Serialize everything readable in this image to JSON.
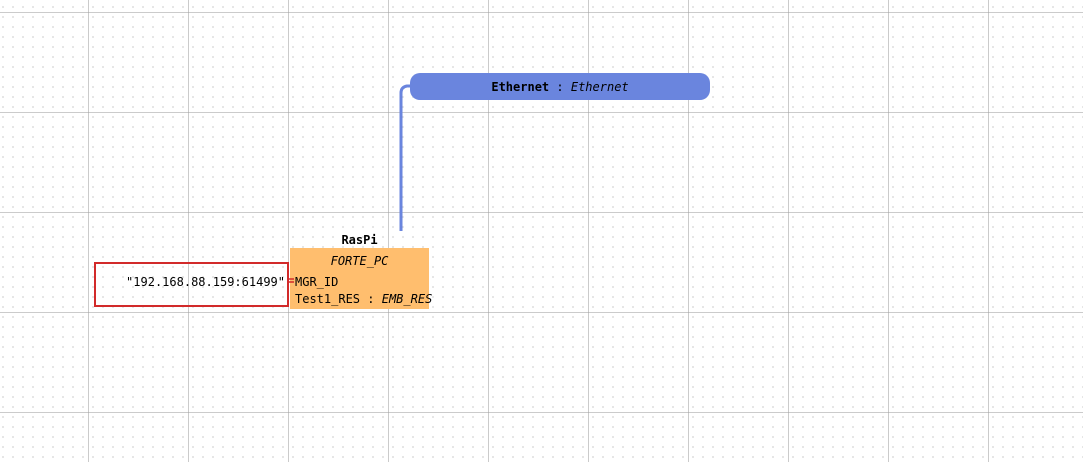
{
  "colors": {
    "segment_fill": "#6a85de",
    "link_color": "#6a85de",
    "device_fill": "#ffbe6e",
    "value_border": "#d22a2a",
    "connector": "#d22a2a"
  },
  "segment": {
    "name": "Ethernet",
    "separator": " : ",
    "type": "Ethernet"
  },
  "device": {
    "name": "RasPi",
    "type": "FORTE_PC",
    "parameter": {
      "name": "MGR_ID",
      "value": "\"192.168.88.159:61499\""
    },
    "resource": {
      "name": "Test1_RES",
      "separator": " : ",
      "type": "EMB_RES"
    }
  }
}
